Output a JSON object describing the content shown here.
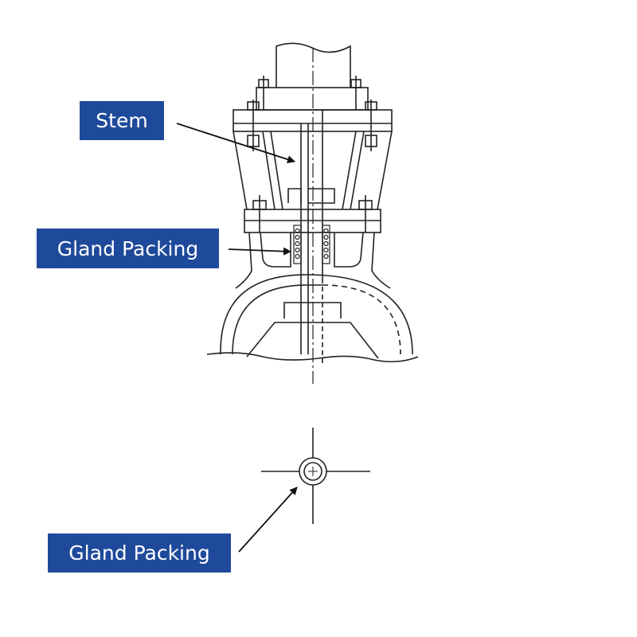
{
  "labels": {
    "stem": "Stem",
    "gland_packing_side": "Gland Packing",
    "gland_packing_top": "Gland Packing"
  },
  "colors": {
    "label_background": "#1f4a9b",
    "label_text": "#ffffff",
    "line": "#111111"
  }
}
